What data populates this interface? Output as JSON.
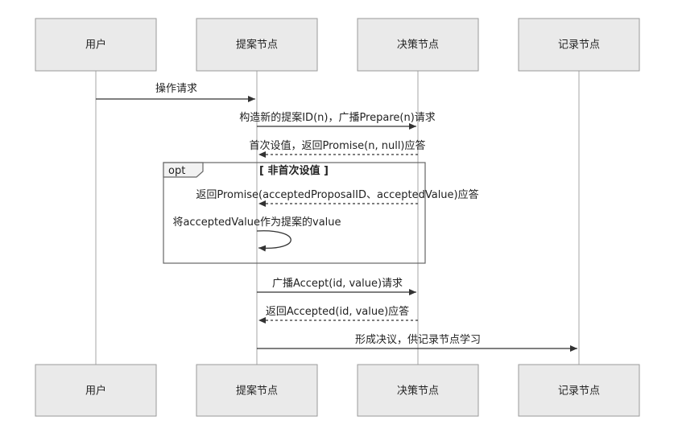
{
  "participants": [
    {
      "id": "user",
      "label": "用户"
    },
    {
      "id": "proposer",
      "label": "提案节点"
    },
    {
      "id": "acceptor",
      "label": "决策节点"
    },
    {
      "id": "learner",
      "label": "记录节点"
    }
  ],
  "messages": [
    {
      "from": "user",
      "to": "proposer",
      "text": "操作请求",
      "style": "solid"
    },
    {
      "from": "proposer",
      "to": "acceptor",
      "text": "构造新的提案ID(n)，广播Prepare(n)请求",
      "style": "solid"
    },
    {
      "from": "acceptor",
      "to": "proposer",
      "text": "首次设值，返回Promise(n, null)应答",
      "style": "dashed"
    },
    {
      "from": "acceptor",
      "to": "proposer",
      "text": "返回Promise(acceptedProposalID、acceptedValue)应答",
      "style": "dashed",
      "in_frame": true
    },
    {
      "from": "proposer",
      "to": "proposer",
      "text": "将acceptedValue作为提案的value",
      "style": "solid",
      "self": true,
      "in_frame": true
    },
    {
      "from": "proposer",
      "to": "acceptor",
      "text": "广播Accept(id, value)请求",
      "style": "solid"
    },
    {
      "from": "acceptor",
      "to": "proposer",
      "text": "返回Accepted(id, value)应答",
      "style": "dashed"
    },
    {
      "from": "proposer",
      "to": "learner",
      "text": "形成决议，供记录节点学习",
      "style": "solid"
    }
  ],
  "frame": {
    "kind": "opt",
    "condition": "[ 非首次设值 ]"
  },
  "colors": {
    "actor_fill": "#eaeaea",
    "actor_border": "#9a9a9a",
    "line": "#333333",
    "lifeline": "#b5b5b5"
  }
}
